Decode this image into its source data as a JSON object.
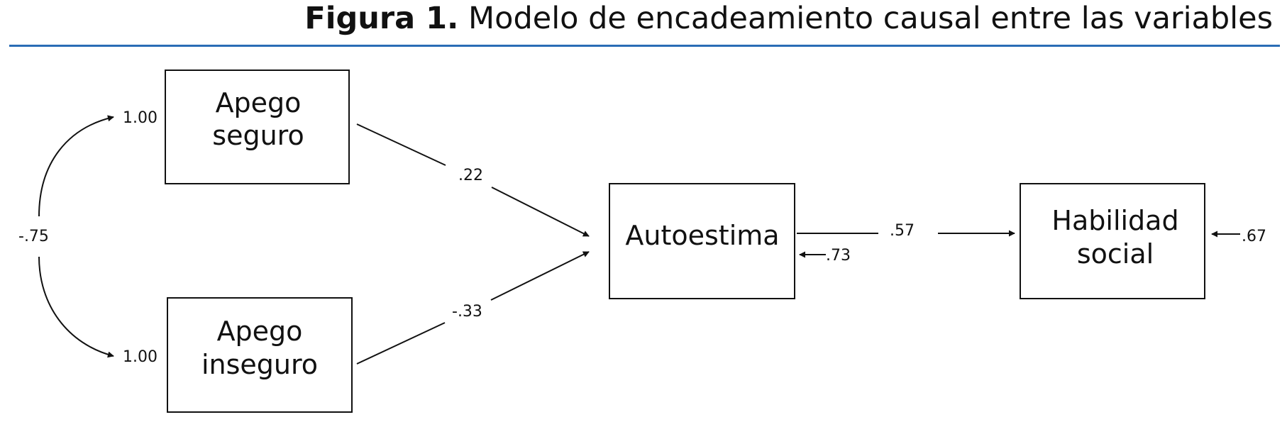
{
  "caption": {
    "label": "Figura 1.",
    "text": "Modelo de encadeamiento causal entre las variables"
  },
  "diagram": {
    "nodes": {
      "apego_seguro": {
        "line1": "Apego",
        "line2": "seguro"
      },
      "apego_inseguro": {
        "line1": "Apego",
        "line2": "inseguro"
      },
      "autoestima": {
        "line1": "Autoestima"
      },
      "habilidad_social": {
        "line1": "Habilidad",
        "line2": "social"
      }
    },
    "coefficients": {
      "variance_seguro": "1.00",
      "variance_inseguro": "1.00",
      "covariance": "-.75",
      "seguro_to_autoestima": ".22",
      "inseguro_to_autoestima": "-.33",
      "autoestima_to_habilidad": ".57",
      "error_autoestima": ".73",
      "error_habilidad": ".67"
    }
  }
}
